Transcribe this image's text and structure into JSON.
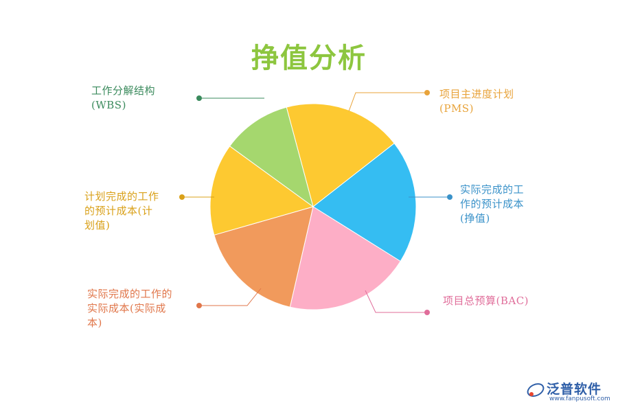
{
  "title": {
    "text": "挣值分析",
    "color": "#8dc63f"
  },
  "segments": [
    {
      "id": "wbs",
      "label_lines": [
        "工作分解结构",
        "(WBS)"
      ],
      "color": "#a5d76e",
      "label_color": "#3a8a5c"
    },
    {
      "id": "pms",
      "label_lines": [
        "项目主进度计划",
        "(PMS)"
      ],
      "color": "#fdc931",
      "label_color": "#e8a33a"
    },
    {
      "id": "bcwp",
      "label_lines": [
        "实际完成的工",
        "作的预计成本",
        "(挣值)"
      ],
      "color": "#35bdf2",
      "label_color": "#3a92c9"
    },
    {
      "id": "bac",
      "label_lines": [
        "项目总预算(BAC)"
      ],
      "color": "#fdaec6",
      "label_color": "#e06d9a"
    },
    {
      "id": "acwp",
      "label_lines": [
        "实际完成的工作的",
        "实际成本(实际成",
        "本)"
      ],
      "color": "#f19a5c",
      "label_color": "#e0764a"
    },
    {
      "id": "bcws",
      "label_lines": [
        "计划完成的工作",
        "的预计成本(计",
        "划值)"
      ],
      "color": "#fdc931",
      "label_color": "#d9a018"
    }
  ],
  "logo": {
    "name": "泛普软件",
    "url": "www.fanpusoft.com",
    "color": "#2f5fa8"
  }
}
